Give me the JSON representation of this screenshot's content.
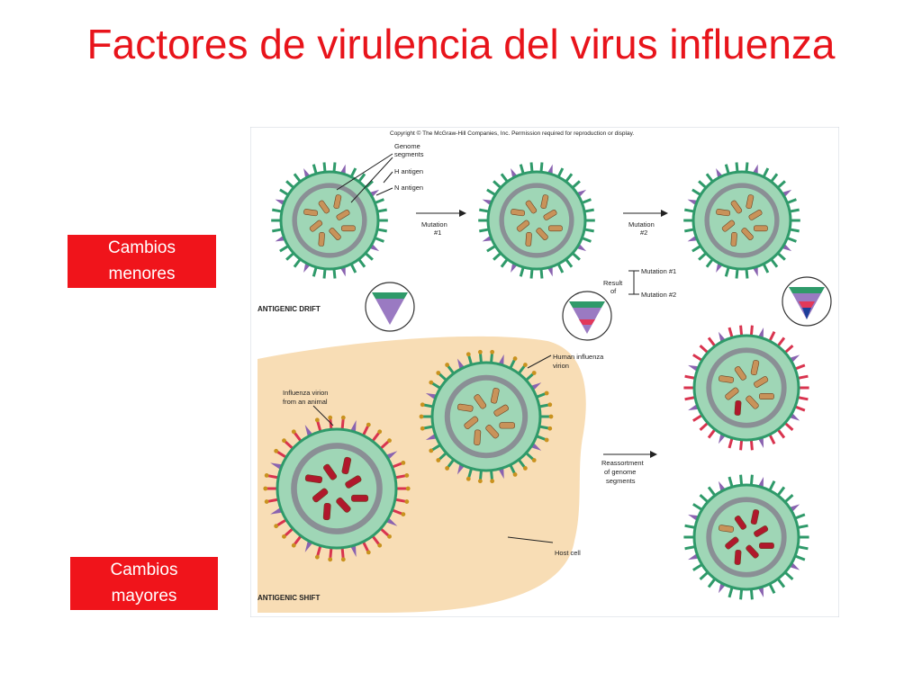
{
  "slide": {
    "title": "Factores de virulencia del virus influenza",
    "tag_minor": {
      "line1": "Cambios",
      "line2": "menores"
    },
    "tag_major": {
      "line1": "Cambios",
      "line2": "mayores"
    }
  },
  "figure": {
    "copyright": "Copyright © The McGraw-Hill Companies, Inc. Permission required for reproduction or display.",
    "labels": {
      "genome_segments_1": "Genome",
      "genome_segments_2": "segments",
      "h_antigen": "H antigen",
      "n_antigen": "N antigen",
      "mutation1_a": "Mutation",
      "mutation1_b": "#1",
      "mutation2_a": "Mutation",
      "mutation2_b": "#2",
      "result_a": "Result",
      "result_b": "of",
      "result_m1": "Mutation #1",
      "result_m2": "Mutation #2",
      "antigenic_drift": "ANTIGENIC DRIFT",
      "human_virion_1": "Human influenza",
      "human_virion_2": "virion",
      "animal_virion_1": "Influenza virion",
      "animal_virion_2": "from an animal",
      "reassort_1": "Reassortment",
      "reassort_2": "of genome",
      "reassort_3": "segments",
      "host_cell": "Host cell",
      "antigenic_shift": "ANTIGENIC SHIFT"
    },
    "colors": {
      "title_red": "#e8141b",
      "tag_red": "#f0141b",
      "virion_fill": "#9fd6b6",
      "envelope": "#8a8f95",
      "spike_green": "#2f9a6a",
      "spike_purple": "#8a63b0",
      "spike_red": "#d9344f",
      "spike_knob": "#c9921f",
      "segment_tan": "#c8935a",
      "segment_red": "#b0182c",
      "host_cell": "#f8ddb5"
    }
  }
}
